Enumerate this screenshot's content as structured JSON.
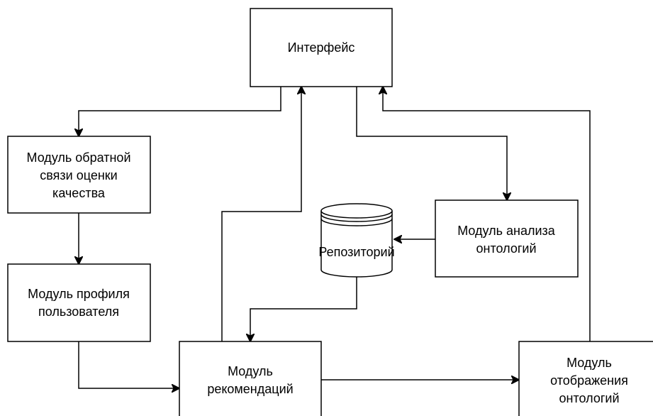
{
  "nodes": {
    "interface": {
      "lines": [
        "Интерфейс"
      ]
    },
    "feedback": {
      "lines": [
        "Модуль обратной",
        "связи оценки",
        "качества"
      ]
    },
    "profile": {
      "lines": [
        "Модуль профиля",
        "пользователя"
      ]
    },
    "recommend": {
      "lines": [
        "Модуль",
        "рекомендаций"
      ]
    },
    "repository": {
      "lines": [
        "Репозиторий"
      ]
    },
    "analysis": {
      "lines": [
        "Модуль анализа",
        "онтологий"
      ]
    },
    "display": {
      "lines": [
        "Модуль",
        "отображения",
        "онтологий"
      ]
    }
  }
}
